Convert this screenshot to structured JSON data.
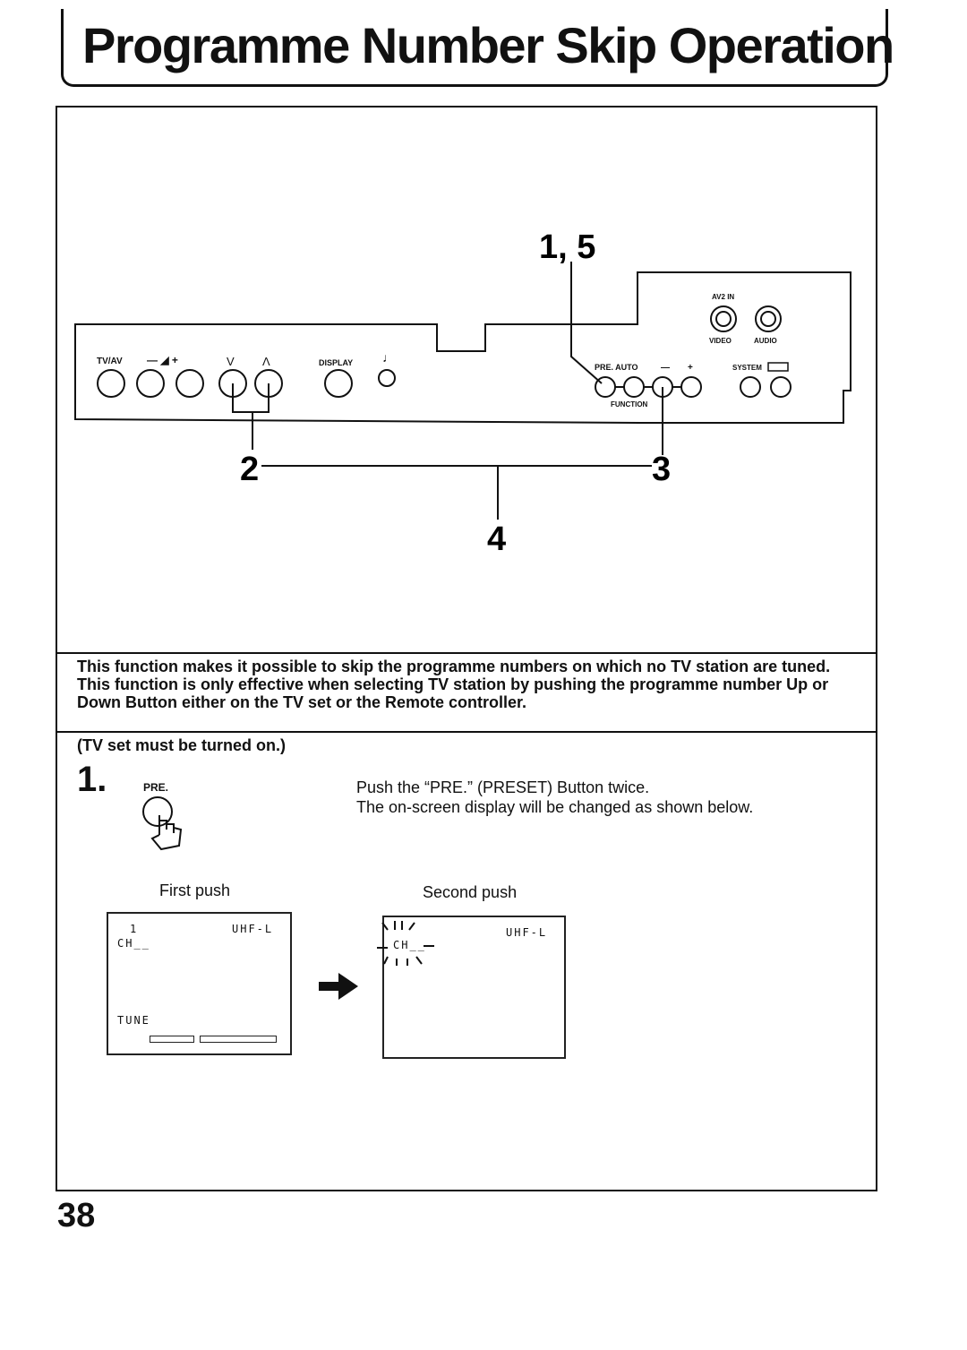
{
  "page_title": "Programme Number Skip Operation",
  "diagram": {
    "callouts": {
      "top": "1, 5",
      "left": "2",
      "right": "3",
      "bottom": "4"
    },
    "panel_labels": {
      "tv_av": "TV/AV",
      "volume": "— ◢ +",
      "down": "V",
      "up": "Λ",
      "display": "DISPLAY",
      "pre_auto": "PRE. AUTO",
      "minus": "—",
      "plus": "+",
      "function": "FUNCTION",
      "system": "SYSTEM",
      "av2_in": "AV2   IN",
      "video": "VIDEO",
      "audio": "AUDIO"
    }
  },
  "intro_lines": [
    "This function makes it possible to skip the programme numbers on which no TV station are tuned.",
    "This function is only effective when selecting TV station by pushing the programme number Up or",
    "Down Button either on the TV set or the Remote controller."
  ],
  "prerequisite": "(TV set must be turned on.)",
  "step1": {
    "number": "1.",
    "button_label": "PRE.",
    "lines": [
      "Push the “PRE.” (PRESET) Button twice.",
      "The on-screen display will be changed as shown below."
    ]
  },
  "screens": {
    "first": {
      "caption": "First push",
      "channel_number": "1",
      "band": "UHF-L",
      "channel": "CH__",
      "tune": "TUNE"
    },
    "second": {
      "caption": "Second push",
      "band": "UHF-L",
      "channel": "CH__"
    }
  },
  "page_number": "38"
}
